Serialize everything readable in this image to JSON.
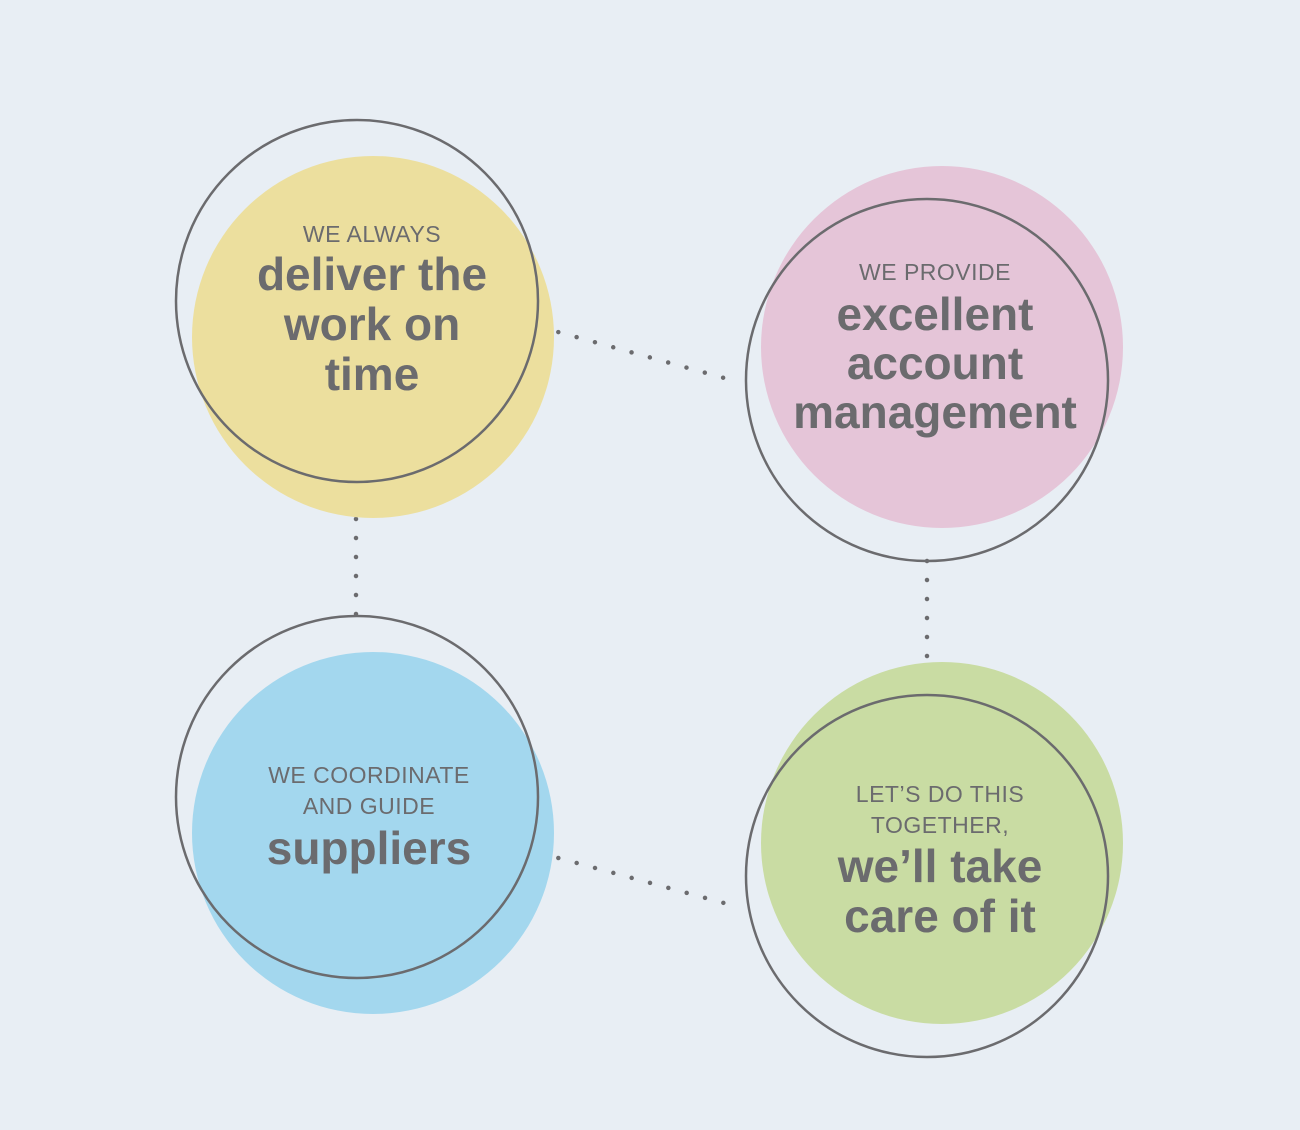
{
  "colors": {
    "background": "#e8eef4",
    "yellow": "#ecdf9e",
    "pink": "#e5c5d8",
    "blue": "#a3d7ee",
    "green": "#c9dca3",
    "text": "#6b6b6e"
  },
  "nodes": {
    "delivery": {
      "small": [
        "WE ALWAYS"
      ],
      "big": [
        "deliver the",
        "work on",
        "time"
      ]
    },
    "account": {
      "small": [
        "WE PROVIDE"
      ],
      "big": [
        "excellent",
        "account",
        "management"
      ]
    },
    "suppliers": {
      "small": [
        "WE COORDINATE",
        "AND GUIDE"
      ],
      "big": [
        "suppliers"
      ]
    },
    "together": {
      "small": [
        "LET’S DO THIS",
        "TOGETHER,"
      ],
      "big": [
        "we’ll take",
        "care of it"
      ]
    }
  }
}
